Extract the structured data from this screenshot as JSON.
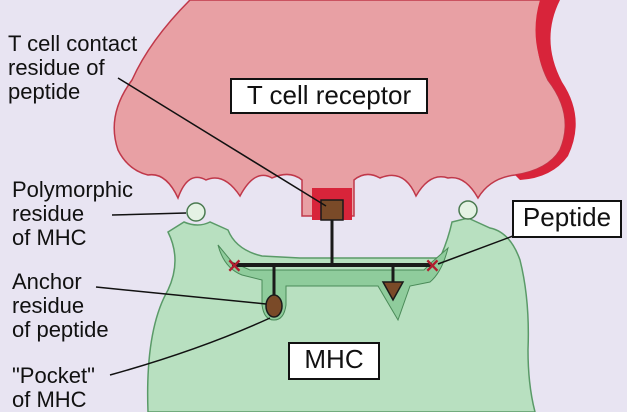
{
  "labels": {
    "tcell_contact": "T cell contact\nresidue of\npeptide",
    "polymorphic": "Polymorphic\nresidue\nof MHC",
    "anchor": "Anchor\nresidue\nof peptide",
    "pocket": "\"Pocket\"\nof MHC"
  },
  "boxes": {
    "tcr": "T cell receptor",
    "peptide": "Peptide",
    "mhc": "MHC"
  },
  "colors": {
    "background": "#e8e4f2",
    "tcr_fill": "#e8a0a4",
    "tcr_rim": "#d8243a",
    "mhc_fill": "#b8e0c0",
    "mhc_groove": "#8fcc9c",
    "peptide_line": "#1a1a1a",
    "anchor_residue": "#7a4a28"
  }
}
